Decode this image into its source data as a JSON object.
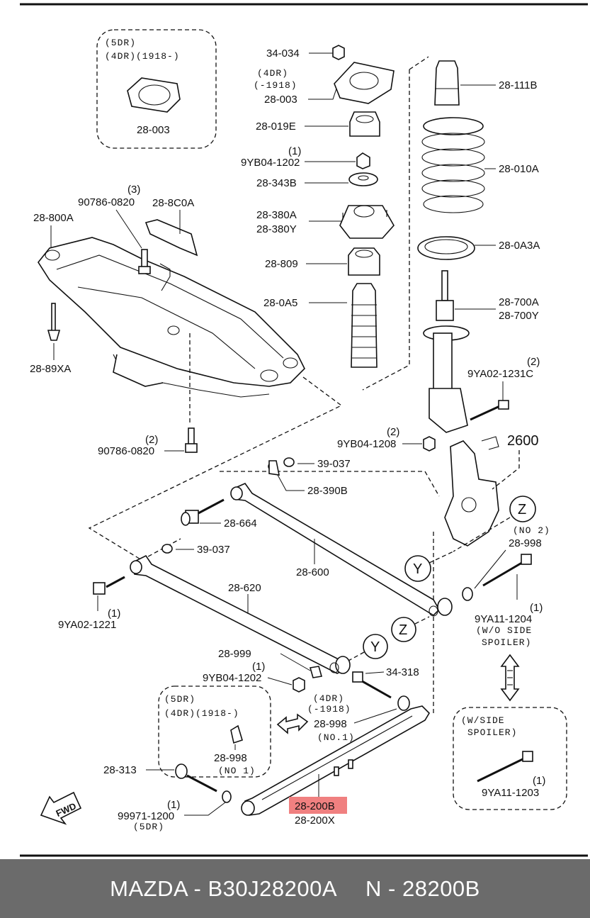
{
  "diagram": {
    "callouts": {
      "inset_5dr_top": [
        "(5DR)",
        "(4DR)(1918-)"
      ],
      "p_28_003_inset": "28-003",
      "p_34_034": "34-034",
      "note_4dr_1918": [
        "(4DR)",
        "(-1918)"
      ],
      "p_28_003": "28-003",
      "p_28_111b": "28-111B",
      "p_28_019e": "28-019E",
      "qty_1a": "(1)",
      "p_9yb04_1202a": "9YB04-1202",
      "p_28_010a": "28-010A",
      "p_28_343b": "28-343B",
      "p_28_380a": "28-380A",
      "p_28_380y": "28-380Y",
      "p_28_0a3a": "28-0A3A",
      "p_28_809": "28-809",
      "p_28_0a5": "28-0A5",
      "p_28_700a": "28-700A",
      "p_28_700y": "28-700Y",
      "qty_3": "(3)",
      "p_90786_0820a": "90786-0820",
      "p_28_8c0a": "28-8C0A",
      "p_28_800a": "28-800A",
      "p_28_89xa": "28-89XA",
      "qty_2a": "(2)",
      "p_9ya02_1231c": "9YA02-1231C",
      "qty_2b": "(2)",
      "p_9yb04_1208": "9YB04-1208",
      "p_2600": "2600",
      "qty_2c": "(2)",
      "p_90786_0820b": "90786-0820",
      "p_39_037a": "39-037",
      "p_28_390b": "28-390B",
      "p_28_664": "28-664",
      "marker_z": "Z",
      "no2": "(NO 2)",
      "p_28_998a": "28-998",
      "p_39_037b": "39-037",
      "p_28_600": "28-600",
      "marker_y": "Y",
      "p_28_620": "28-620",
      "qty_1b": "(1)",
      "p_9ya02_1221": "9YA02-1221",
      "qty_1c": "(1)",
      "p_9ya11_1204": "9YA11-1204",
      "note_wo_spoiler": [
        "(W/O SIDE",
        "SPOILER)"
      ],
      "p_28_999": "28-999",
      "qty_1d": "(1)",
      "p_9yb04_1202b": "9YB04-1202",
      "p_34_318": "34-318",
      "note_4dr_1918b": [
        "(4DR)",
        "(-1918)"
      ],
      "inset_5dr_bottom": [
        "(5DR)",
        "(4DR)(1918-)"
      ],
      "p_28_998b": "28-998",
      "no1": "(NO.1)",
      "p_28_998c": "28-998",
      "no1b": "(NO 1)",
      "note_w_spoiler": [
        "(W/SIDE",
        "SPOILER)"
      ],
      "qty_1e": "(1)",
      "p_9ya11_1203": "9YA11-1203",
      "p_28_313": "28-313",
      "qty_1f": "(1)",
      "p_99971_1200": "99971-1200",
      "note_5dr": "(5DR)",
      "p_28_200b": "28-200B",
      "p_28_200x": "28-200X",
      "fwd": "FWD"
    },
    "highlight_color": "#f08080"
  },
  "footer": {
    "left": "MAZDA - B30J28200A",
    "right": "N - 28200B",
    "background": "#6b6b6b"
  }
}
